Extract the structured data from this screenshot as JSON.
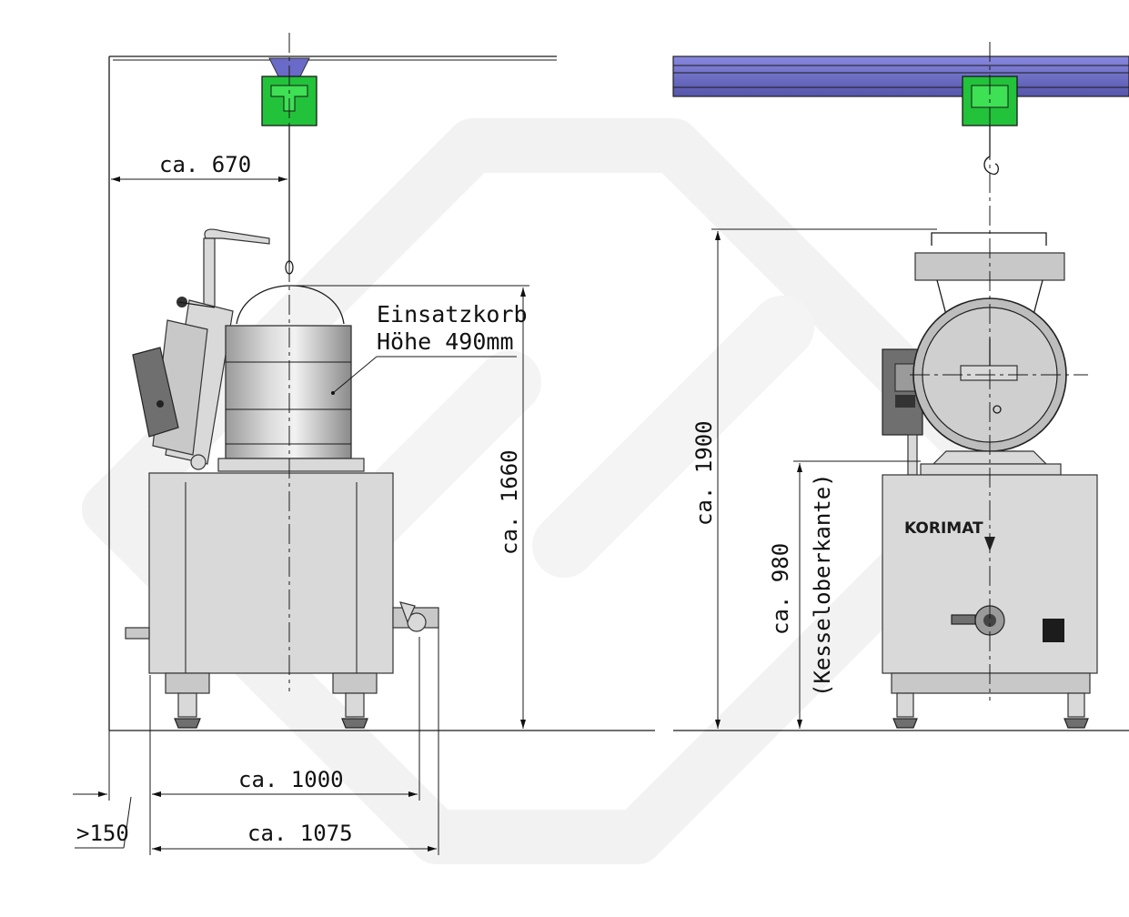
{
  "left_view": {
    "dim_width_top": "ca. 670",
    "basket_label_line1": "Einsatzkorb",
    "basket_label_line2": "Höhe 490mm",
    "dim_height": "ca. 1660",
    "dim_body_width": "ca. 1000",
    "dim_total_width": "ca. 1075",
    "dim_wall_clearance": ">150"
  },
  "right_view": {
    "dim_height": "ca. 1900",
    "dim_rim_height": "ca. 980",
    "dim_rim_label": "(Kesseloberkante)",
    "brand": "KORIMAT"
  },
  "colors": {
    "trolley": "#22c23a",
    "rail": "#6a6ac8",
    "steel": "#d9d9d9",
    "watermark": "#e6e6e6"
  }
}
